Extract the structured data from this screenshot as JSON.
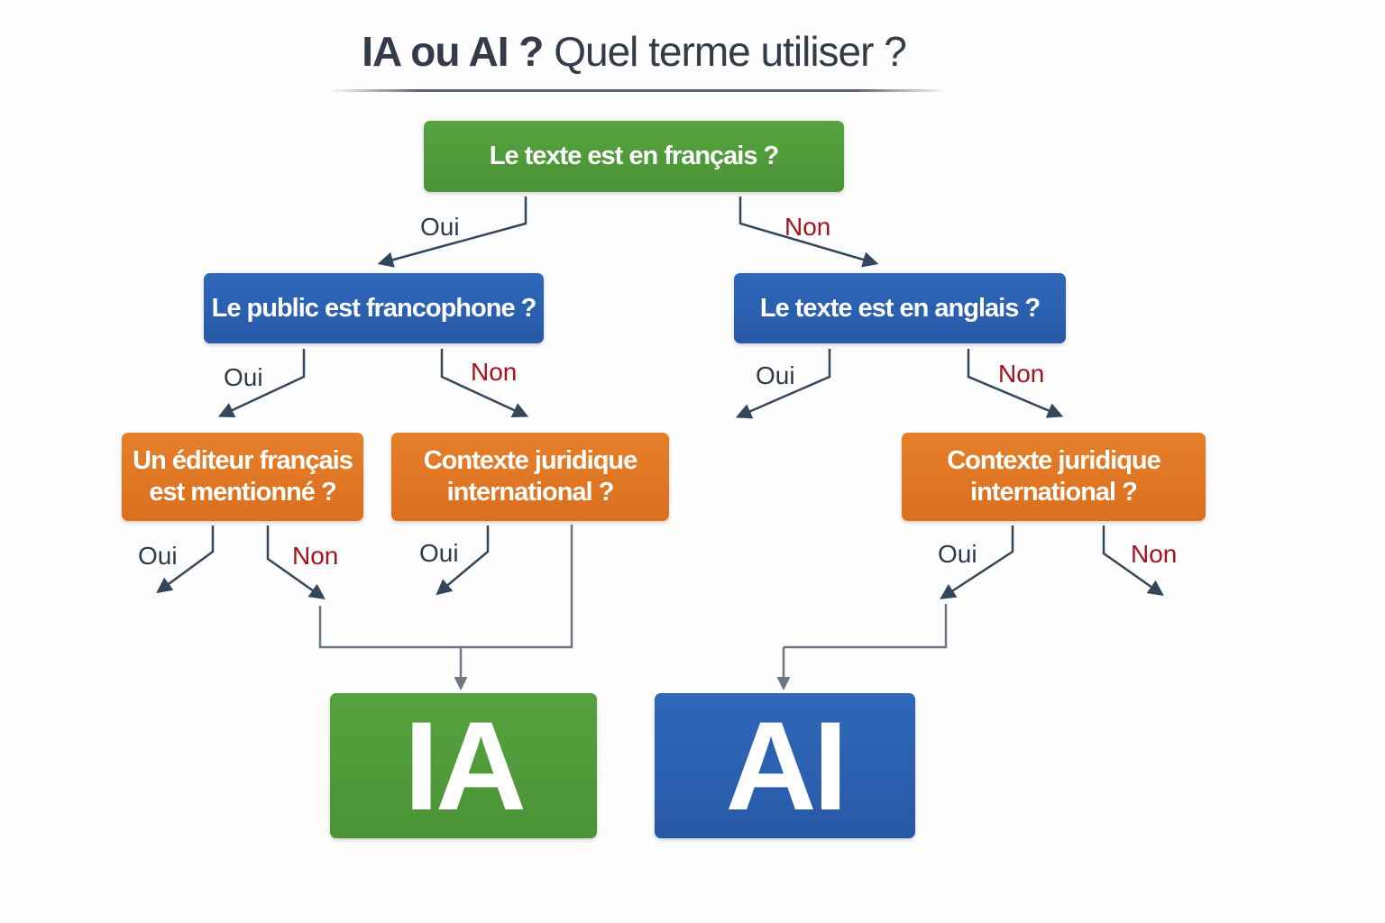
{
  "title": {
    "bold": "IA ou AI ?",
    "light": "Quel terme utiliser ?"
  },
  "nodes": {
    "root": "Le texte est en français ?",
    "public": "Le public est francophone ?",
    "english": "Le texte est en anglais ?",
    "editor_line1": "Un éditeur français",
    "editor_line2": "est mentionné ?",
    "legal_left_line1": "Contexte juridique",
    "legal_left_line2": "international ?",
    "legal_right_line1": "Contexte juridique",
    "legal_right_line2": "international ?"
  },
  "results": {
    "ia": "IA",
    "ai": "AI"
  },
  "labels": {
    "yes": "Oui",
    "no": "Non"
  },
  "colors": {
    "green": "#4f9a3a",
    "blue": "#2b62b4",
    "orange": "#e07724",
    "no_text": "#a3141f",
    "text": "#2c3a4c"
  }
}
